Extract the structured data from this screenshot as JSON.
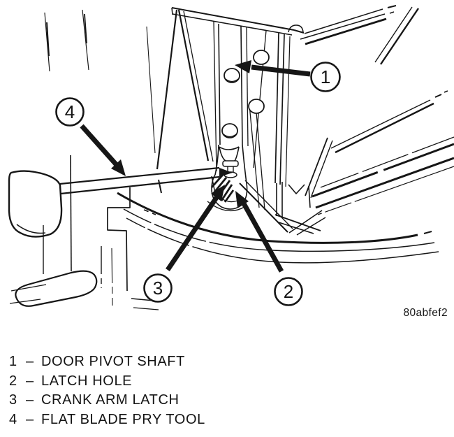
{
  "figure": {
    "code": "80abfef2"
  },
  "callouts": [
    {
      "num": "1",
      "target": "DOOR PIVOT SHAFT"
    },
    {
      "num": "2",
      "target": "LATCH HOLE"
    },
    {
      "num": "3",
      "target": "CRANK ARM LATCH"
    },
    {
      "num": "4",
      "target": "FLAT BLADE PRY TOOL"
    }
  ],
  "legend": {
    "separator": "–",
    "items": [
      {
        "num": "1",
        "label": "DOOR PIVOT SHAFT"
      },
      {
        "num": "2",
        "label": "LATCH HOLE"
      },
      {
        "num": "3",
        "label": "CRANK ARM LATCH"
      },
      {
        "num": "4",
        "label": "FLAT BLADE PRY TOOL"
      }
    ]
  },
  "colors": {
    "line": "#161616",
    "background": "#ffffff"
  }
}
